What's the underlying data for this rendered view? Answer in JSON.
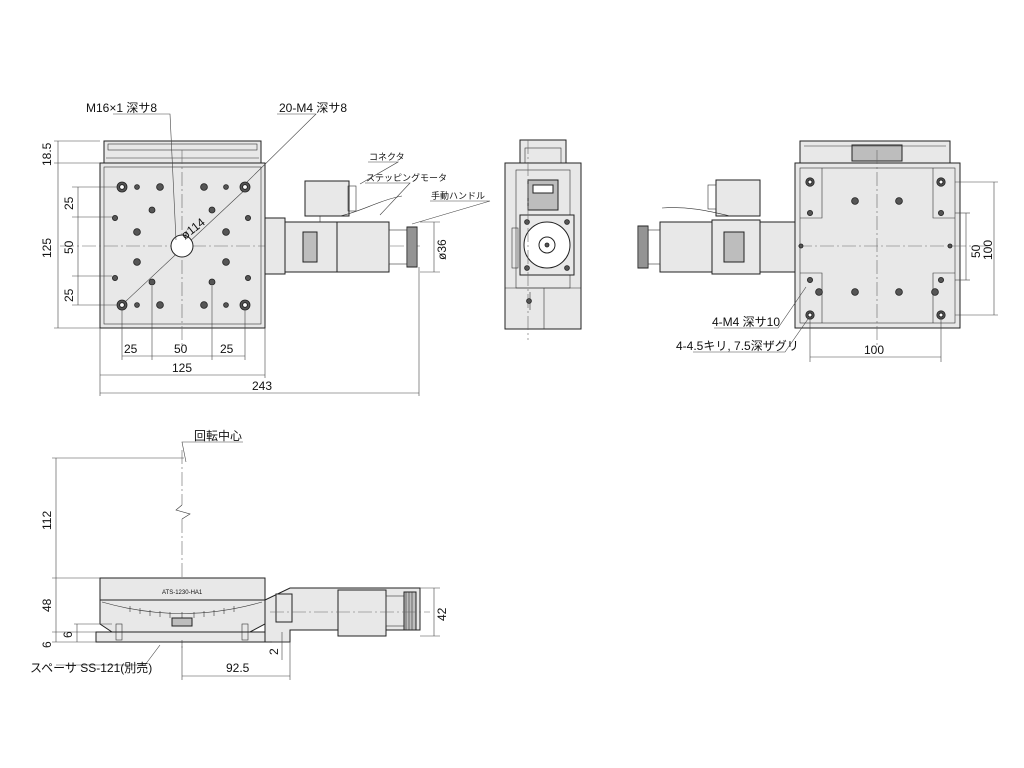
{
  "top_view": {
    "label_tapped_hole": "M16×1 深サ8",
    "label_mount_holes": "20-M4 深サ8",
    "label_connector": "コネクタ",
    "label_motor": "ステッピングモータ",
    "label_handle": "手動ハンドル",
    "dim_height_top": "18.5",
    "dim_height": "125",
    "dim_side_25a": "25",
    "dim_side_50": "50",
    "dim_side_25b": "25",
    "dim_bottom_25a": "25",
    "dim_bottom_50": "50",
    "dim_bottom_25b": "25",
    "dim_width": "125",
    "dim_total": "243",
    "dim_circle": "ø114",
    "dim_motor": "ø36"
  },
  "right_view": {
    "label_m4": "4-M4 深サ10",
    "label_counterbore": "4-4.5キリ, 7.5深ザグリ",
    "dim_50": "50",
    "dim_100v": "100",
    "dim_100h": "100"
  },
  "front_view": {
    "label_center": "回転中心",
    "label_model": "ATS-1230-HA1",
    "label_spacer": "スペーサ SS-121(別売)",
    "dim_112": "112",
    "dim_48": "48",
    "dim_6a": "6",
    "dim_6b": "6",
    "dim_42": "42",
    "dim_2": "2",
    "dim_92_5": "92.5"
  }
}
